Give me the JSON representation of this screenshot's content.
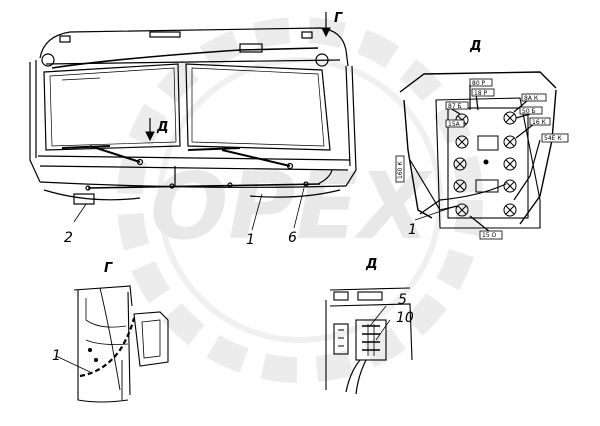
{
  "watermark": "OPEX",
  "views": {
    "g_arrow": "Г",
    "d_arrow": "Д",
    "d_detail_title": "Д",
    "g_view_title": "Г",
    "d_view_title": "Д"
  },
  "callouts": {
    "main_2": "2",
    "main_1": "1",
    "main_6": "6",
    "detail_1": "1",
    "g_1": "1",
    "d_5": "5",
    "d_10": "10"
  },
  "connector_tags": [
    "80 Р",
    "18 Р",
    "87 Б",
    "15А",
    "8А К",
    "50 Б",
    "16 К",
    "160 К",
    "54Е К",
    "15 О"
  ],
  "colors": {
    "line": "#000000",
    "watermark": "#e6e6e6"
  }
}
